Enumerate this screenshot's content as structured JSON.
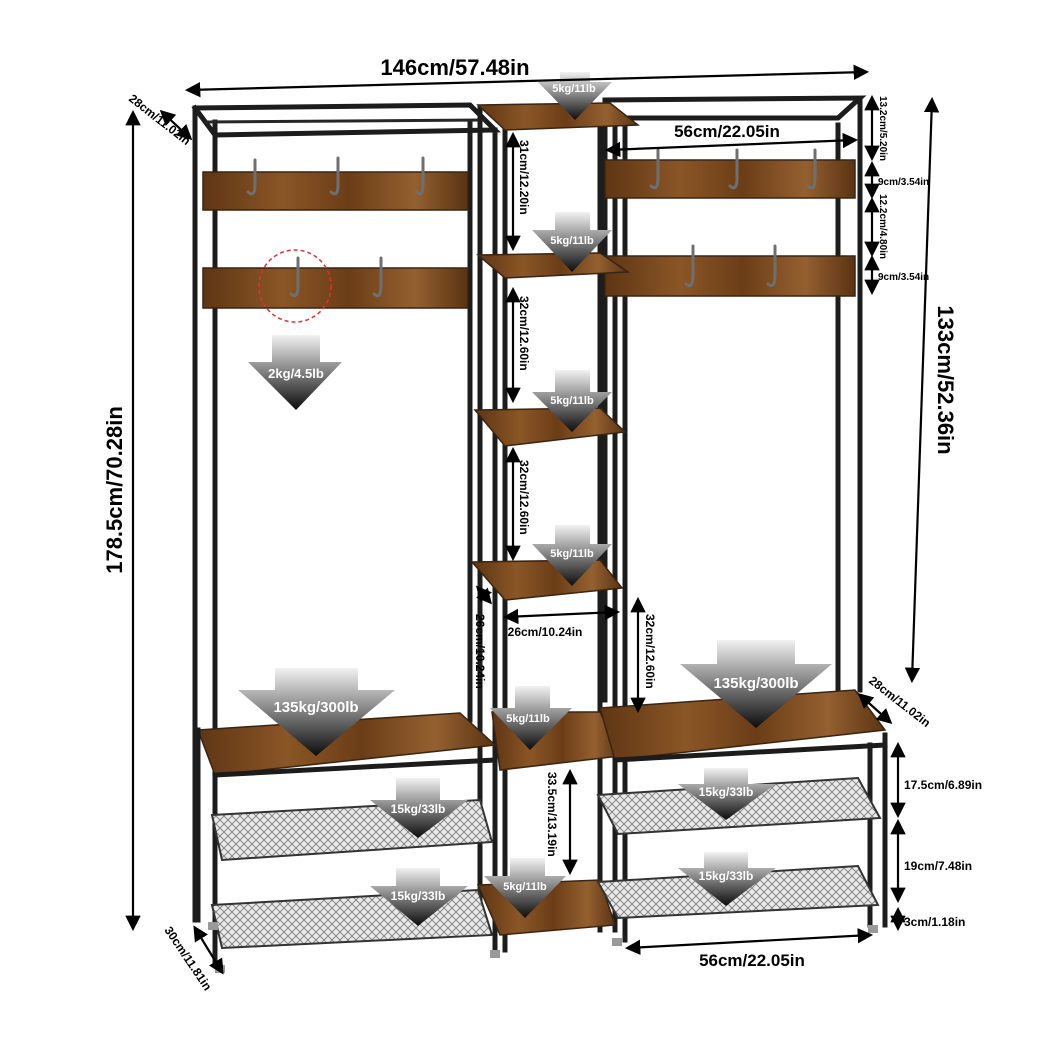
{
  "dimensions": {
    "total_width": "146cm/57.48in",
    "total_height": "178.5cm/70.28in",
    "inner_height": "133cm/52.36in",
    "top_depth_left": "28cm/11.02in",
    "right_module_width": "56cm/22.05in",
    "top_gap": "13.2cm/5.20in",
    "rail_1_height": "9cm/3.54in",
    "rail_gap": "12.2cm/4.80in",
    "rail_2_height": "9cm/3.54in",
    "shelf_gap_1": "31cm/12.20in",
    "shelf_gap_2": "32cm/12.60in",
    "shelf_gap_3": "32cm/12.60in",
    "shelf_gap_4": "32cm/12.60in",
    "shelf_depth": "26cm/10.24in",
    "shelf_width": "26cm/10.24in",
    "bottom_shelf_gap": "33.5cm/13.19in",
    "bench_depth_right": "28cm/11.02in",
    "bench_to_shelf": "17.5cm/6.89in",
    "shelf_to_shelf": "19cm/7.48in",
    "foot_height": "3cm/1.18in",
    "bottom_width": "56cm/22.05in",
    "bottom_depth_left": "30cm/11.81in"
  },
  "loads": {
    "top_shelf": "5kg/11lb",
    "shelf_2": "5kg/11lb",
    "shelf_3": "5kg/11lb",
    "shelf_4": "5kg/11lb",
    "shelf_5": "5kg/11lb",
    "shelf_bottom": "5kg/11lb",
    "hook": "2kg/4.5lb",
    "bench_left": "135kg/300lb",
    "bench_right": "135kg/300lb",
    "mesh_left_upper": "15kg/33lb",
    "mesh_left_lower": "15kg/33lb",
    "mesh_right_upper": "15kg/33lb",
    "mesh_right_lower": "15kg/33lb"
  },
  "colors": {
    "wood": "#7a4a22",
    "frame": "#1c1c1c",
    "arrow_top": "#dddddd",
    "arrow_bottom": "#111111"
  }
}
